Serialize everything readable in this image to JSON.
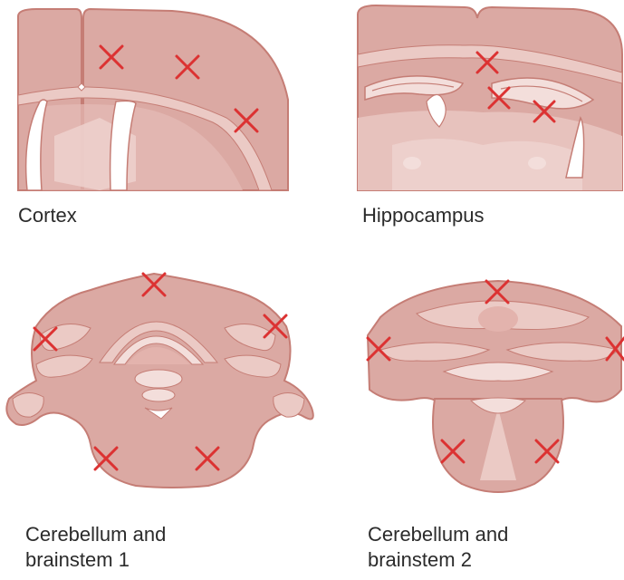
{
  "panels": [
    {
      "id": "cortex",
      "caption_lines": [
        "Cortex"
      ]
    },
    {
      "id": "hippocampus",
      "caption_lines": [
        "Hippocampus"
      ]
    },
    {
      "id": "cerebellum-brainstem-1",
      "caption_lines": [
        "Cerebellum and",
        "brainstem 1"
      ]
    },
    {
      "id": "cerebellum-brainstem-2",
      "caption_lines": [
        "Cerebellum and",
        "brainstem 2"
      ]
    }
  ],
  "colors": {
    "tissue": "#dba9a3",
    "tissue_light": "#ebcac5",
    "tissue_pale": "#f3dedb",
    "outline": "#c57d75",
    "marker": "#dc3232"
  }
}
